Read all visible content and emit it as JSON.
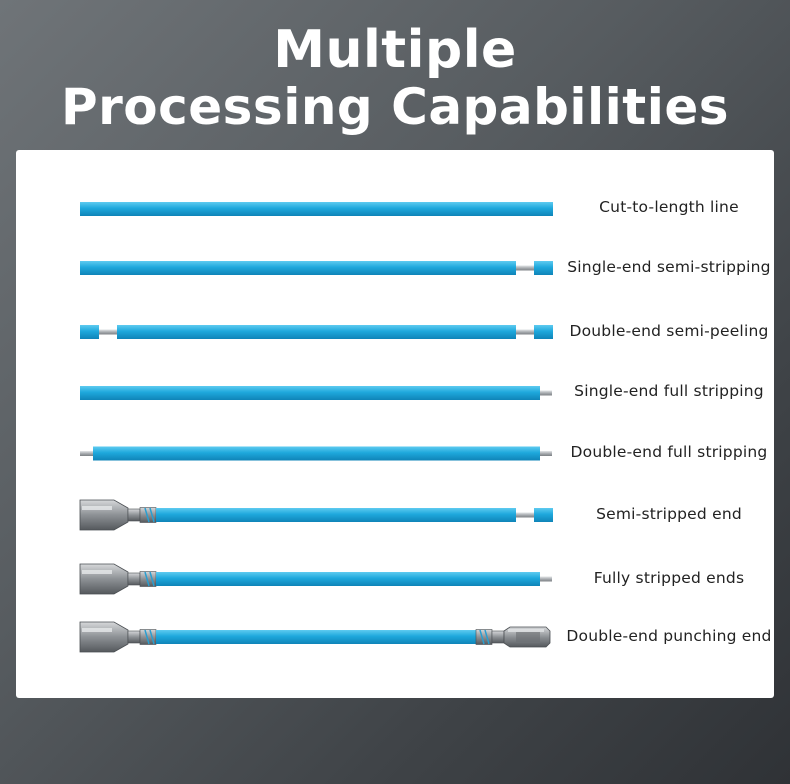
{
  "title": {
    "line1": "Multiple",
    "line2": "Processing Capabilities"
  },
  "colors": {
    "wire_insulation": "#1aa8d8",
    "wire_highlight": "#6cd0f2",
    "conductor": "#b8bcc0",
    "terminal": "#8a8e93"
  },
  "processes": [
    {
      "label": "Cut-to-length line"
    },
    {
      "label": "Single-end semi-stripping"
    },
    {
      "label": "Double-end semi-peeling"
    },
    {
      "label": "Single-end full stripping"
    },
    {
      "label": "Double-end full stripping"
    },
    {
      "label": "Semi-stripped end"
    },
    {
      "label": "Fully stripped ends"
    },
    {
      "label": "Double-end punching end"
    }
  ]
}
